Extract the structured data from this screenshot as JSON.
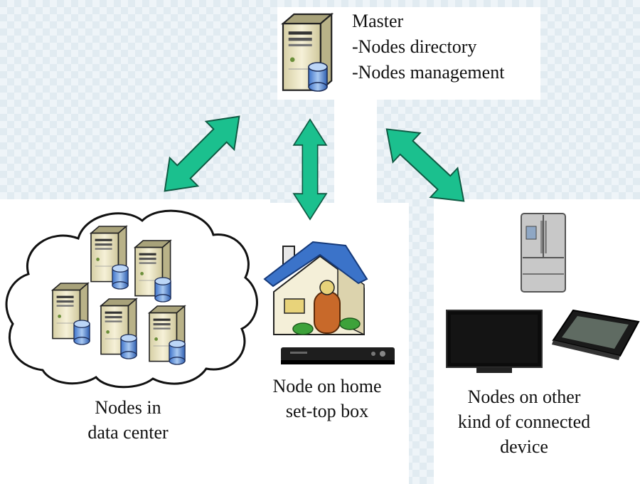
{
  "master": {
    "title": "Master",
    "lines": [
      "-Nodes directory",
      "-Nodes management"
    ]
  },
  "datacenter": {
    "label_line1": "Nodes in",
    "label_line2": "data center"
  },
  "home": {
    "label_line1": "Node on home",
    "label_line2": "set-top box"
  },
  "devices": {
    "label_line1": "Nodes on other",
    "label_line2": "kind of connected",
    "label_line3": "device"
  },
  "colors": {
    "arrow": "#1bc08e",
    "arrow_stroke": "#0f5a43",
    "server_body": "#efe9c8",
    "roof": "#3b73c9",
    "door": "#c8692a"
  },
  "icons": [
    "server-icon",
    "database-icon",
    "house-icon",
    "set-top-box-icon",
    "fridge-icon",
    "tv-icon",
    "tablet-icon",
    "cloud-icon",
    "bidirectional-arrow-icon"
  ]
}
